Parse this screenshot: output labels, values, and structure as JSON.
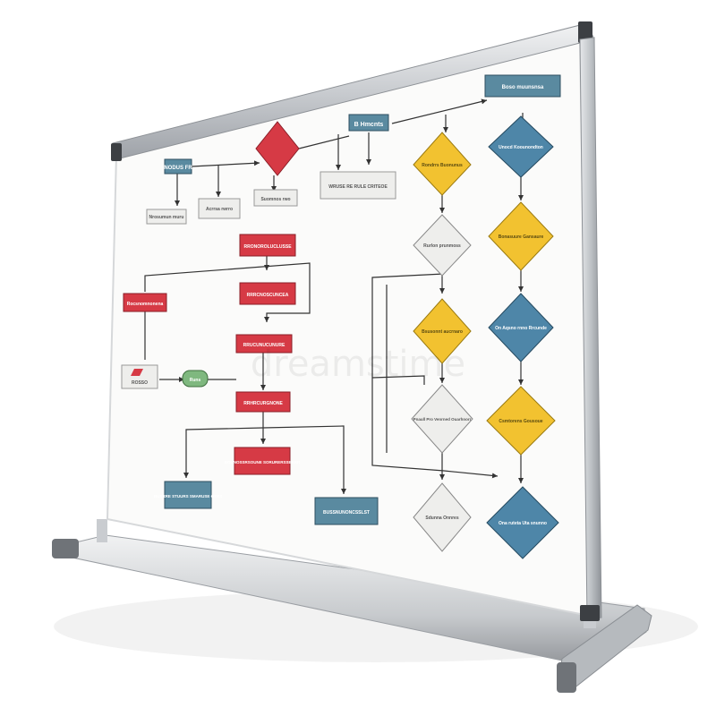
{
  "colors": {
    "red": "#d63a45",
    "teal": "#5a8aa0",
    "blue": "#4e86a8",
    "yellow": "#f2c230",
    "green": "#7fb87f",
    "gray_box": "#eeeeec",
    "line": "#333333",
    "frame": "#d8dadc",
    "board": "#fbfbfa"
  },
  "labels": {
    "top_left_node": "NODUS FR",
    "top_note_1": "Nrosumun muru",
    "top_note_2": "Acrrsa rwrro",
    "top_note_3": "Suomnos rwo",
    "top_red_diamond": "",
    "top_teal_box": "B Hmcnts",
    "top_note_wide": "WRUSE RE RULE CRITEOE",
    "top_right_teal": "Boso muunsnsa",
    "red_box_1": "RRONOROLUCLUSSE",
    "red_box_left": "Rocsnomnonena",
    "red_box_2": "RRRCNOSCUNCEA",
    "red_box_3": "RRUCUNUCUNURE",
    "left_small_box": "ROSSO",
    "green_box": "Runs",
    "red_box_4": "RRHRCURGNONE",
    "red_box_5": "ROUNOSSRSOUNE SORURERSSERRR",
    "bottom_teal_1": "BUSRRE STUURS SMARUSE OTRS",
    "bottom_teal_2": "BUSSNUNONCSSLST",
    "d_col1_1": "Rondrrs Buonunus",
    "d_col1_2": "Rurlon prunmoss",
    "d_col1_3": "Bsusonnt aucrnaro",
    "d_col1_4": "Pnaull Pro Venrned Ouarhnorr",
    "d_col1_5": "Sdunna Onnres",
    "d_col2_1": "Unocd Koounondton",
    "d_col2_2": "Bonasuure Gansaure",
    "d_col2_3": "On Aqsno rnno Rrcunde",
    "d_col2_4": "Csmtorens Gousoue",
    "d_col2_5": "Ona ruteta Uta snunno"
  },
  "watermark": "dreamstime"
}
